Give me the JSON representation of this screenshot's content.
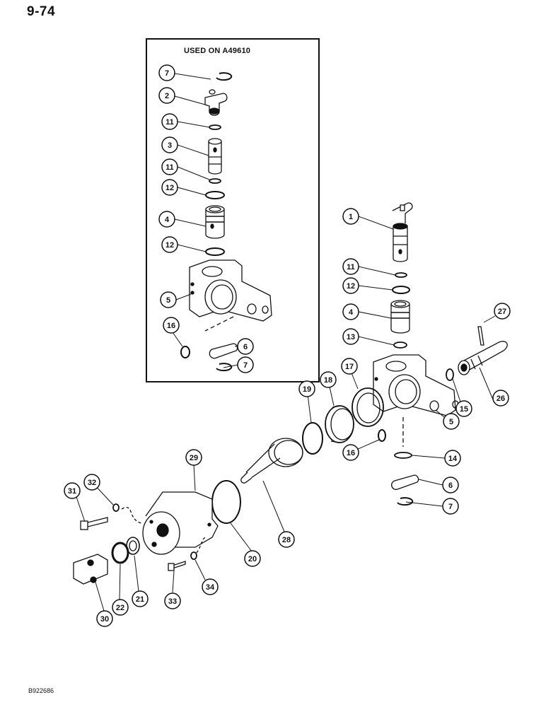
{
  "page": {
    "number": "9-74",
    "figure_code": "B922686"
  },
  "inset": {
    "caption": "USED ON A49610"
  },
  "callouts": {
    "c7a": "7",
    "c2": "2",
    "c11a": "11",
    "c3": "3",
    "c11b": "11",
    "c12a": "12",
    "c4a": "4",
    "c12b": "12",
    "c5a": "5",
    "c16a": "16",
    "c6a": "6",
    "c7b": "7",
    "c1": "1",
    "c11c": "11",
    "c12c": "12",
    "c4b": "4",
    "c13": "13",
    "c27": "27",
    "c26": "26",
    "c15": "15",
    "c17": "17",
    "c18": "18",
    "c19": "19",
    "c5b": "5",
    "c14": "14",
    "c16b": "16",
    "c6b": "6",
    "c7c": "7",
    "c29": "29",
    "c32": "32",
    "c31": "31",
    "c20": "20",
    "c28": "28",
    "c21": "21",
    "c22": "22",
    "c30": "30",
    "c33": "33",
    "c34": "34"
  }
}
